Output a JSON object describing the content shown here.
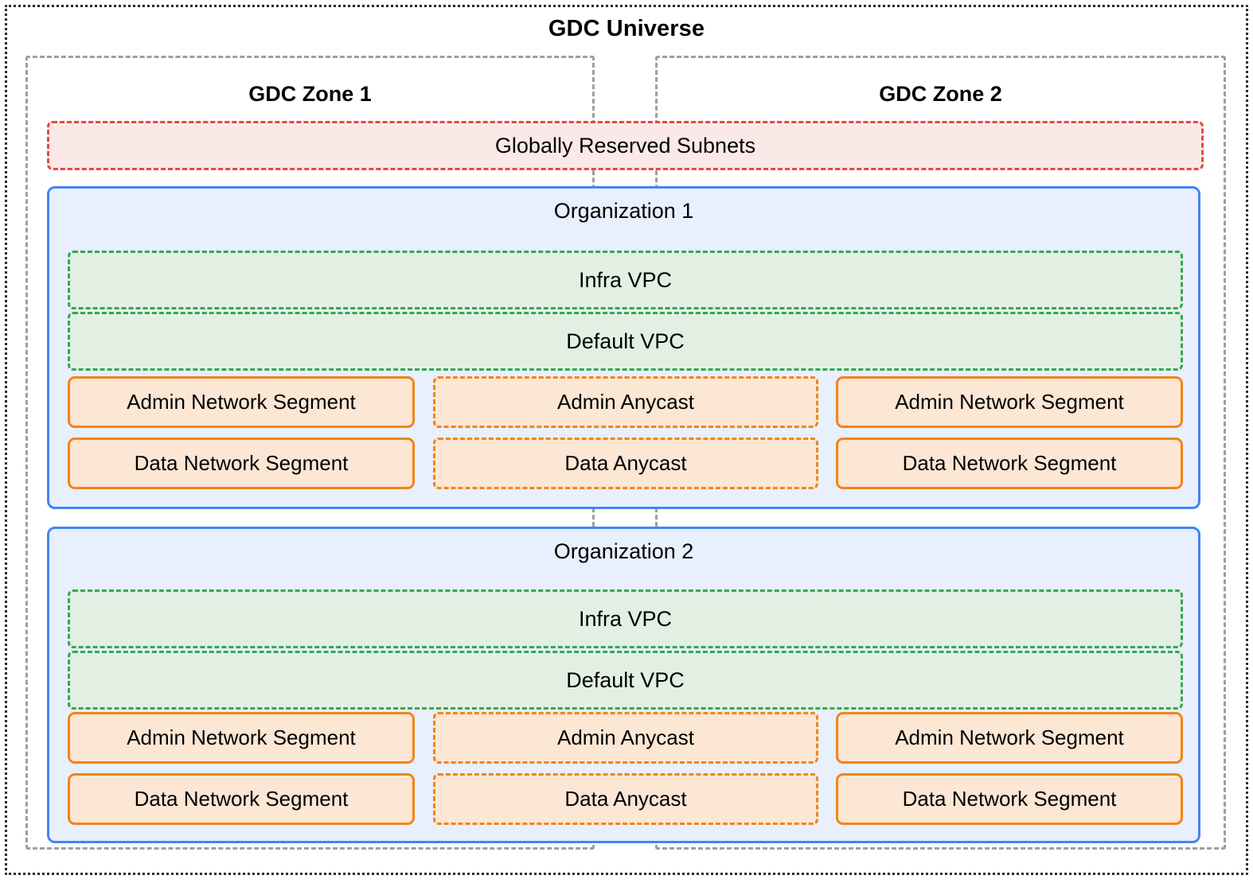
{
  "universe": {
    "title": "GDC Universe",
    "border_color": "#2b2b2b"
  },
  "zones": [
    {
      "title": "GDC Zone 1",
      "border_color": "#9aa0a6"
    },
    {
      "title": "GDC Zone 2",
      "border_color": "#9aa0a6"
    }
  ],
  "reserved_subnets": {
    "label": "Globally Reserved Subnets",
    "border_color": "#e8473f",
    "fill_color": "#fbe9e7"
  },
  "organizations": [
    {
      "title": "Organization 1",
      "border_color": "#4285f4",
      "fill_color": "#e8effd",
      "vpcs": [
        {
          "label": "Infra VPC",
          "border_color": "#34a853",
          "fill_color": "#e2f0e4"
        },
        {
          "label": "Default VPC",
          "border_color": "#34a853",
          "fill_color": "#e2f0e4"
        }
      ],
      "rows": [
        {
          "left": "Admin Network Segment",
          "center": "Admin Anycast",
          "right": "Admin Network Segment"
        },
        {
          "left": "Data Network Segment",
          "center": "Data Anycast",
          "right": "Data Network Segment"
        }
      ]
    },
    {
      "title": "Organization 2",
      "border_color": "#4285f4",
      "fill_color": "#e8effd",
      "vpcs": [
        {
          "label": "Infra VPC",
          "border_color": "#34a853",
          "fill_color": "#e2f0e4"
        },
        {
          "label": "Default VPC",
          "border_color": "#34a853",
          "fill_color": "#e2f0e4"
        }
      ],
      "rows": [
        {
          "left": "Admin Network Segment",
          "center": "Admin Anycast",
          "right": "Admin Network Segment"
        },
        {
          "left": "Data Network Segment",
          "center": "Data Anycast",
          "right": "Data Network Segment"
        }
      ]
    }
  ],
  "colors": {
    "segment_border": "#f08519",
    "segment_fill": "#fce6d4",
    "anycast_border": "#f08519",
    "anycast_fill": "#fce6d4"
  }
}
